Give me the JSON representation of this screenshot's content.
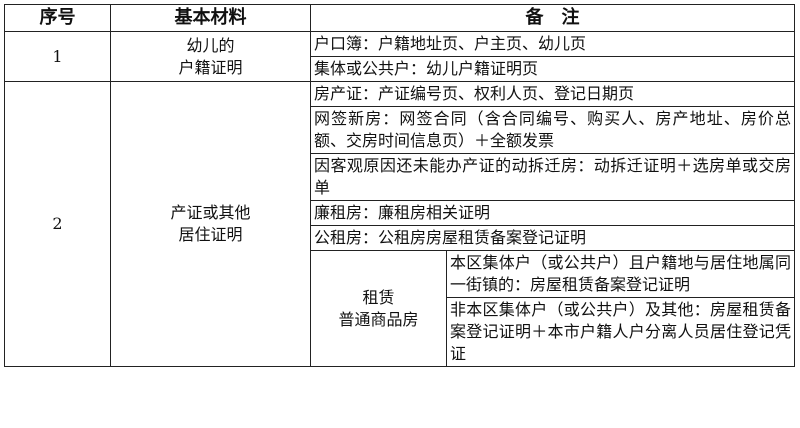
{
  "headers": {
    "seq": "序号",
    "material": "基本材料",
    "note": "备　注"
  },
  "rows": [
    {
      "seq": "1",
      "material": [
        "幼儿的",
        "户籍证明"
      ],
      "notes": [
        "户口簿：户籍地址页、户主页、幼儿页",
        "集体或公共户：幼儿户籍证明页"
      ]
    },
    {
      "seq": "2",
      "material": [
        "产证或其他",
        "居住证明"
      ],
      "notes": [
        "房产证：产证编号页、权利人页、登记日期页",
        "网签新房：网签合同（含合同编号、购买人、房产地址、房价总额、交房时间信息页）＋全额发票",
        "因客观原因还未能办产证的动拆迁房：动拆迁证明＋选房单或交房单",
        "廉租房：廉租房相关证明",
        "公租房：公租房房屋租赁备案登记证明"
      ],
      "rental": {
        "label": [
          "租赁",
          "普通商品房"
        ],
        "items": [
          "本区集体户（或公共户）且户籍地与居住地属同一街镇的：房屋租赁备案登记证明",
          "非本区集体户（或公共户）及其他：房屋租赁备案登记证明＋本市户籍人户分离人员居住登记凭证"
        ]
      }
    }
  ]
}
